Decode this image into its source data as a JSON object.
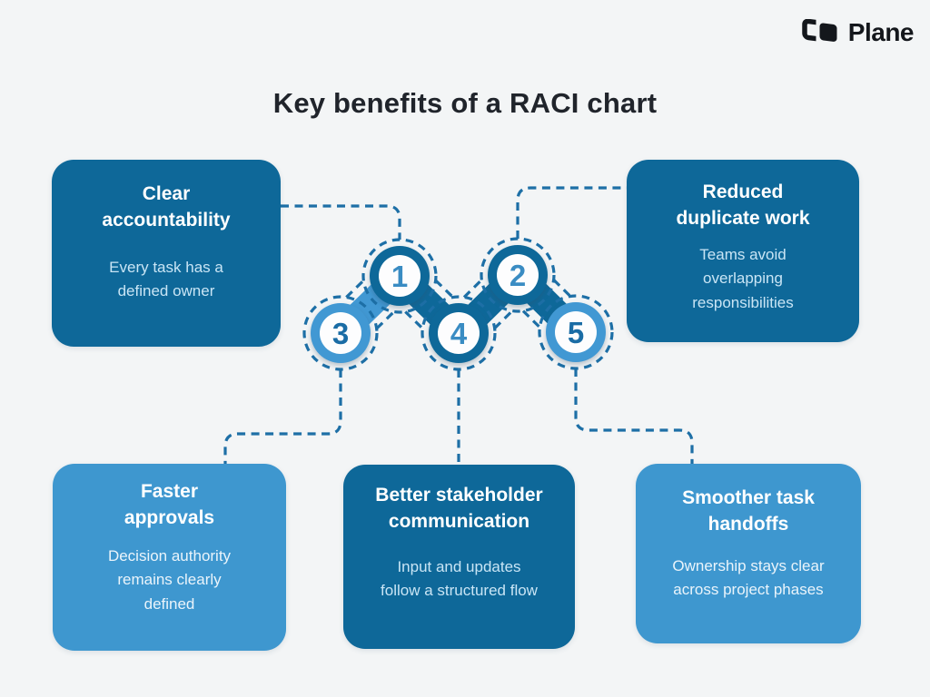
{
  "logo": {
    "text": "Plane",
    "icon": "plane-logo-icon"
  },
  "title": "Key benefits of a RACI chart",
  "palette": {
    "background": "#f3f5f6",
    "dark_blue": "#0e6899",
    "light_blue": "#3e97cf",
    "connector_blue": "#1d6fa6",
    "title_text": "#20242b",
    "number_on_dark": "#3a8cc3",
    "number_on_light": "#1a6ca5"
  },
  "diagram": {
    "type": "numbered-chain",
    "nodes": [
      {
        "number": "1",
        "variant": "dark"
      },
      {
        "number": "2",
        "variant": "dark"
      },
      {
        "number": "3",
        "variant": "light"
      },
      {
        "number": "4",
        "variant": "dark"
      },
      {
        "number": "5",
        "variant": "light"
      }
    ],
    "chain_order": [
      "3",
      "1",
      "4",
      "2",
      "5"
    ]
  },
  "benefits": [
    {
      "number": "1",
      "position": "top-left",
      "variant": "dark",
      "title": "Clear\naccountability",
      "description": "Every task has a\ndefined owner"
    },
    {
      "number": "2",
      "position": "top-right",
      "variant": "dark",
      "title": "Reduced\nduplicate work",
      "description": "Teams avoid\noverlapping\nresponsibilities"
    },
    {
      "number": "3",
      "position": "bottom-left",
      "variant": "light",
      "title": "Faster\napprovals",
      "description": "Decision authority\nremains clearly\ndefined"
    },
    {
      "number": "4",
      "position": "bottom-center",
      "variant": "dark",
      "title": "Better stakeholder\ncommunication",
      "description": "Input and updates\nfollow a structured flow"
    },
    {
      "number": "5",
      "position": "bottom-right",
      "variant": "light",
      "title": "Smoother task\nhandoffs",
      "description": "Ownership stays clear\nacross project phases"
    }
  ]
}
